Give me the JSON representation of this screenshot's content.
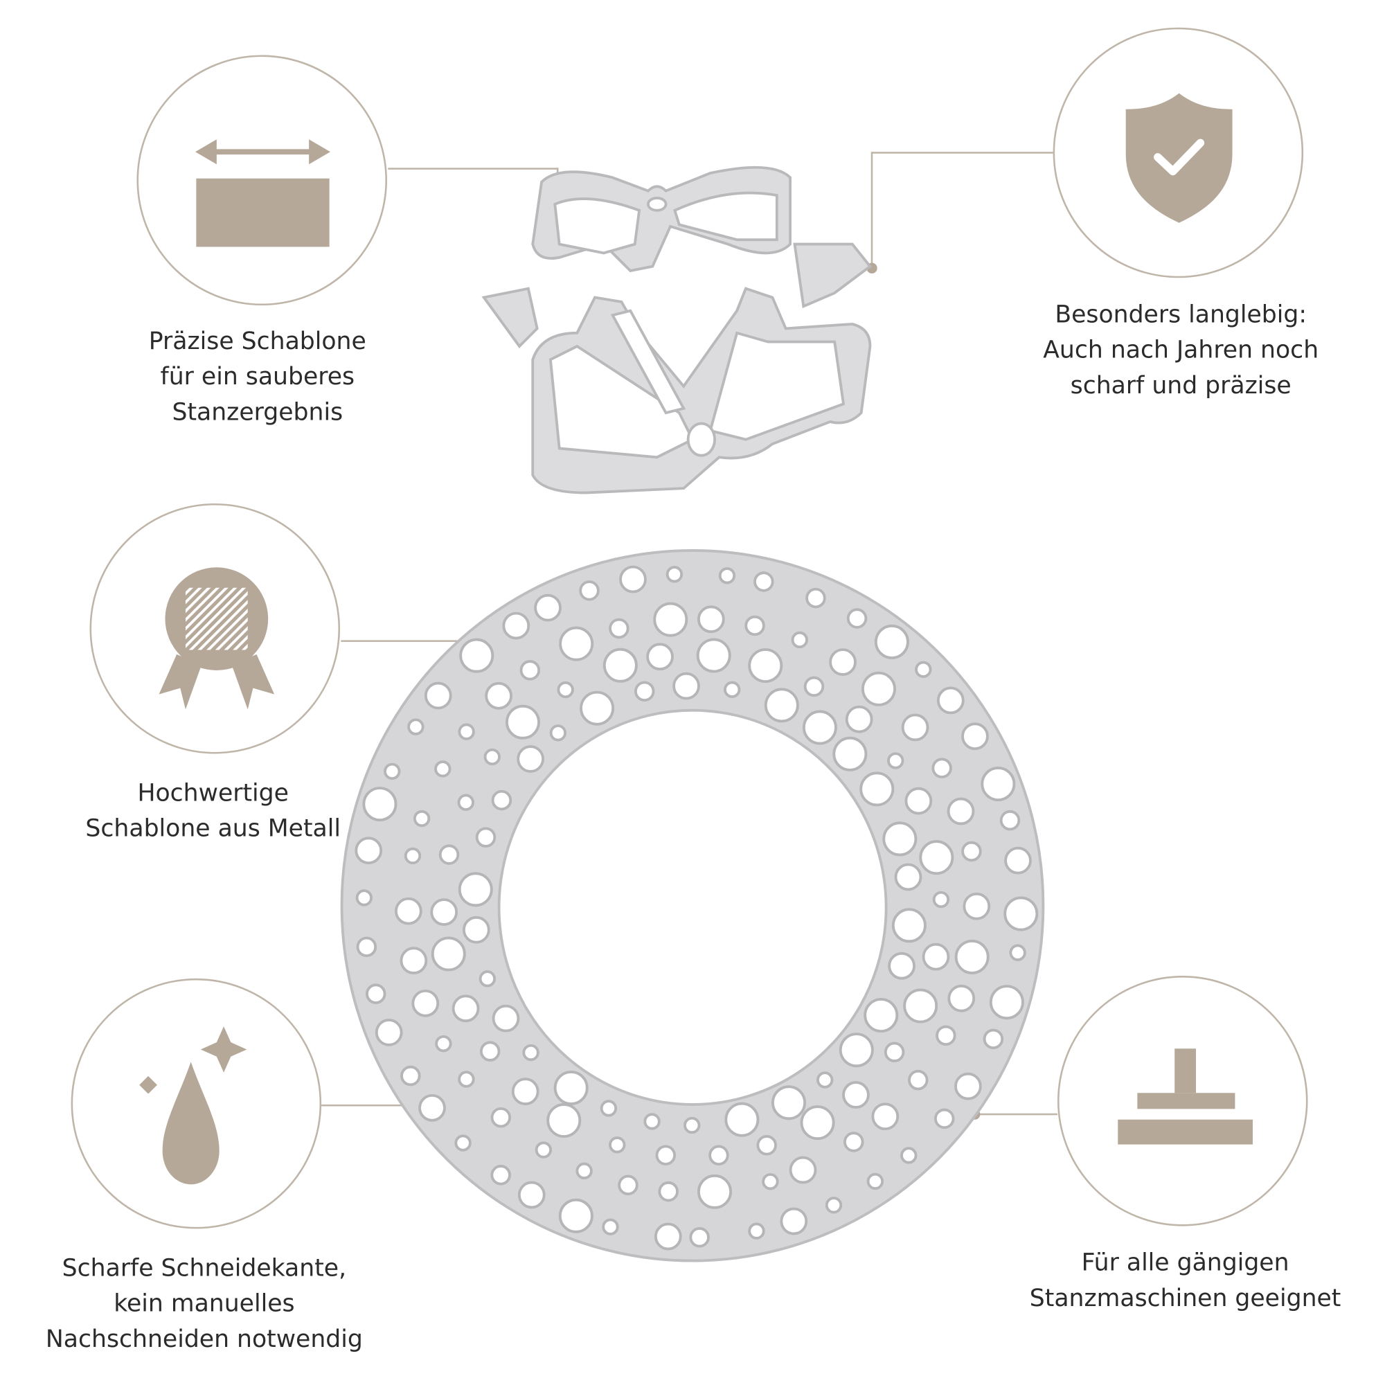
{
  "colors": {
    "accent": "#b5a899",
    "line": "#bfb5a9",
    "metal": "#d6d6d8"
  },
  "features": [
    {
      "icon": "width-measure-icon",
      "lines": [
        "Präzise Schablone",
        "für ein sauberes",
        "Stanzergebnis"
      ]
    },
    {
      "icon": "shield-check-icon",
      "lines": [
        "Besonders langlebig:",
        "Auch nach Jahren noch",
        "scharf und präzise"
      ]
    },
    {
      "icon": "award-badge-icon",
      "lines": [
        "Hochwertige",
        "Schablone aus Metall"
      ]
    },
    {
      "icon": "sharp-drop-sparkle-icon",
      "lines": [
        "Scharfe Schneidekante,",
        "kein manuelles",
        "Nachschneiden notwendig"
      ]
    },
    {
      "icon": "die-press-icon",
      "lines": [
        "Für alle gängigen",
        "Stanzmaschinen geeignet"
      ]
    }
  ]
}
